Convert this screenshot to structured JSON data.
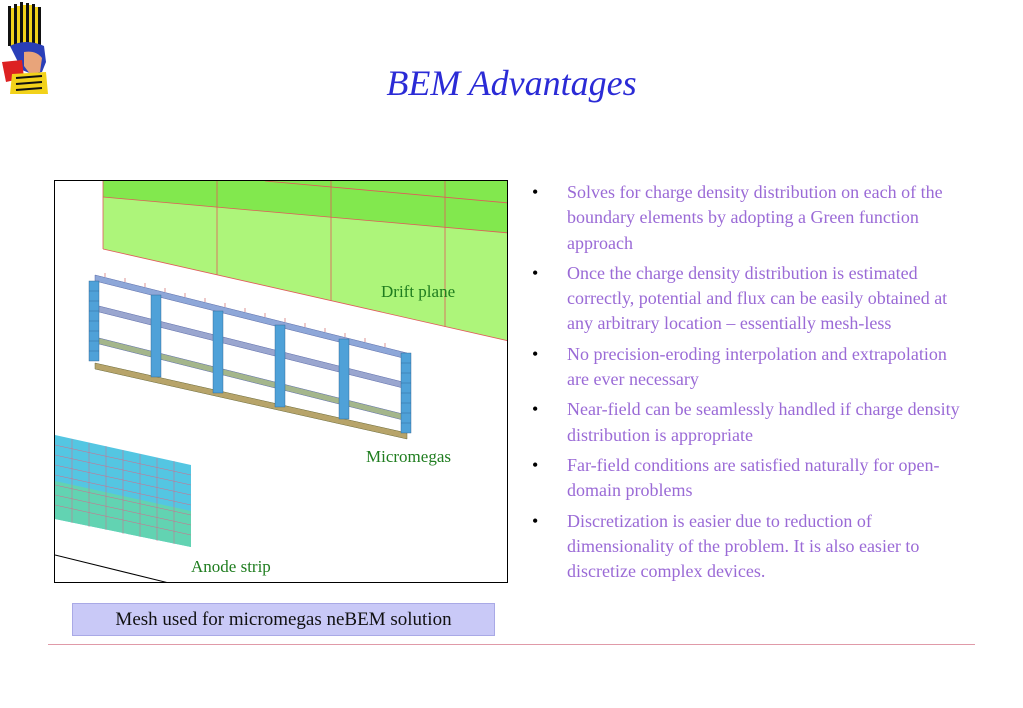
{
  "slide": {
    "title": "BEM Advantages",
    "logo_icon": "pharaoh-logo-icon"
  },
  "figure": {
    "labels": {
      "drift": "Drift plane",
      "micromegas": "Micromegas",
      "anode": "Anode strip"
    },
    "colors": {
      "drift_plane": "#9cf06a",
      "micromegas_mesh": "#3c8fd6",
      "anode_strip": "#49c9e6",
      "label_text": "#1f7d1f"
    }
  },
  "caption": "Mesh used for micromegas neBEM solution",
  "bullets": [
    "Solves for charge density distribution on each of the boundary elements by adopting a Green function approach",
    "Once the charge density distribution is estimated correctly, potential and flux can be easily obtained at any arbitrary location – essentially mesh-less",
    "No precision-eroding interpolation and extrapolation are ever necessary",
    "Near-field can be seamlessly handled if charge density distribution is appropriate",
    "Far-field conditions are satisfied naturally for open-domain problems",
    "Discretization is easier due to reduction of dimensionality of the problem. It is also easier to discretize complex devices."
  ],
  "bullet_symbol": "•",
  "colors": {
    "title": "#2b2bd6",
    "bullet_text": "#9a6ad6",
    "caption_bg": "#c9c9f7",
    "footer_rule": "#e09aa8"
  }
}
